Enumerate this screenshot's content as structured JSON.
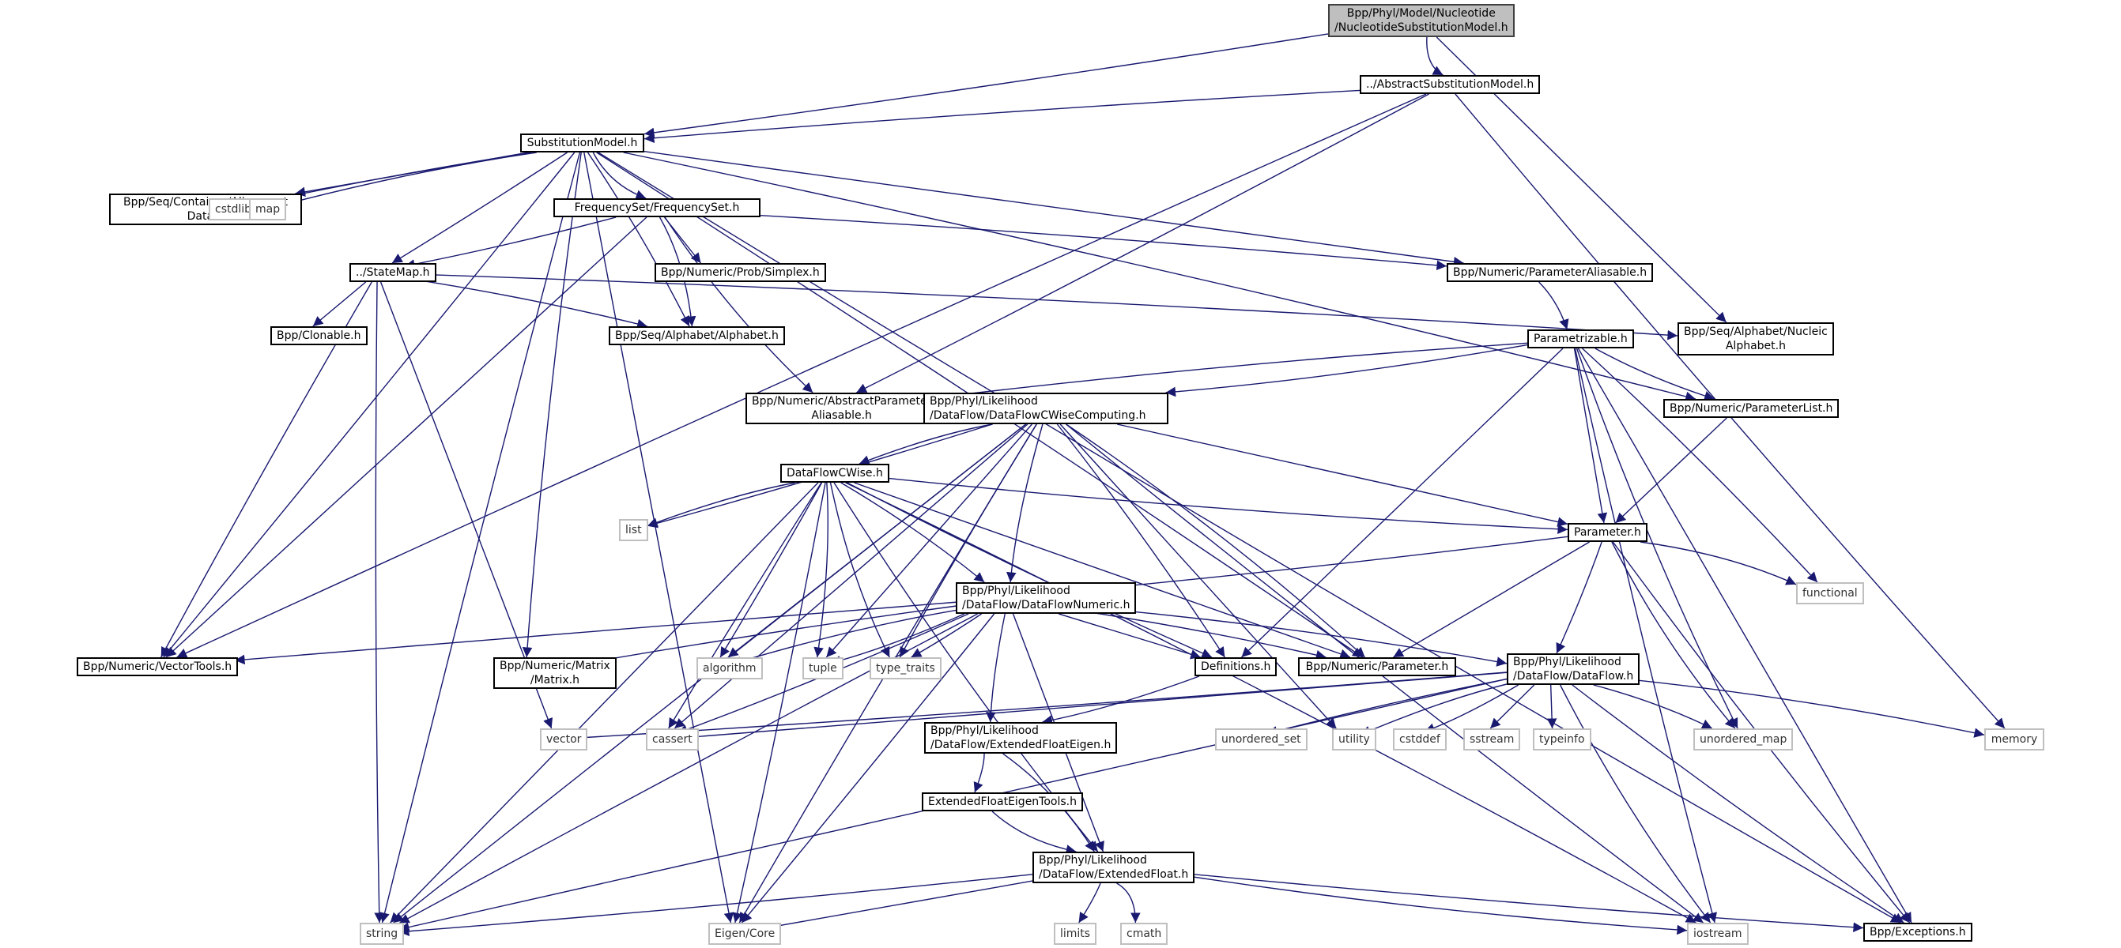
{
  "title": "Include dependency graph for NucleotideSubstitutionModel.h",
  "colors": {
    "edge": "#191970",
    "root_fill": "#bfbfbf",
    "node_border": "#000000",
    "sys_border": "#bfbfbf"
  },
  "nodes": [
    {
      "id": "root",
      "label": "Bpp/Phyl/Model/Nucleotide\n/NucleotideSubstitutionModel.h",
      "kind": "root"
    },
    {
      "id": "abssm",
      "label": "../AbstractSubstitutionModel.h",
      "kind": "file"
    },
    {
      "id": "sm",
      "label": "SubstitutionModel.h",
      "kind": "file"
    },
    {
      "id": "aligndata",
      "label": "Bpp/Seq/Container/Alignment\nData.h",
      "kind": "file"
    },
    {
      "id": "cstdlib",
      "label": "cstdlib",
      "kind": "sys"
    },
    {
      "id": "map",
      "label": "map",
      "kind": "sys"
    },
    {
      "id": "freqset",
      "label": "FrequencySet/FrequencySet.h",
      "kind": "file"
    },
    {
      "id": "statemap",
      "label": "../StateMap.h",
      "kind": "file"
    },
    {
      "id": "simplex",
      "label": "Bpp/Numeric/Prob/Simplex.h",
      "kind": "file"
    },
    {
      "id": "paramalias",
      "label": "Bpp/Numeric/ParameterAliasable.h",
      "kind": "file"
    },
    {
      "id": "clonable",
      "label": "Bpp/Clonable.h",
      "kind": "file"
    },
    {
      "id": "alphabet",
      "label": "Bpp/Seq/Alphabet/Alphabet.h",
      "kind": "file"
    },
    {
      "id": "nucleic",
      "label": "Bpp/Seq/Alphabet/Nucleic\nAlphabet.h",
      "kind": "file"
    },
    {
      "id": "parametrizable",
      "label": "Parametrizable.h",
      "kind": "file"
    },
    {
      "id": "absparamalias",
      "label": "Bpp/Numeric/AbstractParameter\nAliasable.h",
      "kind": "file"
    },
    {
      "id": "dfcwc",
      "label": "Bpp/Phyl/Likelihood\n/DataFlow/DataFlowCWiseComputing.h",
      "kind": "file",
      "align": "left"
    },
    {
      "id": "paramlist",
      "label": "Bpp/Numeric/ParameterList.h",
      "kind": "file"
    },
    {
      "id": "dfcwise",
      "label": "DataFlowCWise.h",
      "kind": "file"
    },
    {
      "id": "list",
      "label": "list",
      "kind": "sys"
    },
    {
      "id": "parameter",
      "label": "Parameter.h",
      "kind": "file"
    },
    {
      "id": "functional",
      "label": "functional",
      "kind": "sys"
    },
    {
      "id": "dfnumeric",
      "label": "Bpp/Phyl/Likelihood\n/DataFlow/DataFlowNumeric.h",
      "kind": "file",
      "align": "left"
    },
    {
      "id": "vectortools",
      "label": "Bpp/Numeric/VectorTools.h",
      "kind": "file"
    },
    {
      "id": "matrix",
      "label": "Bpp/Numeric/Matrix\n/Matrix.h",
      "kind": "file"
    },
    {
      "id": "algorithm",
      "label": "algorithm",
      "kind": "sys"
    },
    {
      "id": "tuple",
      "label": "tuple",
      "kind": "sys"
    },
    {
      "id": "type_traits",
      "label": "type_traits",
      "kind": "sys"
    },
    {
      "id": "definitions",
      "label": "Definitions.h",
      "kind": "file"
    },
    {
      "id": "numparam",
      "label": "Bpp/Numeric/Parameter.h",
      "kind": "file"
    },
    {
      "id": "dataflow",
      "label": "Bpp/Phyl/Likelihood\n/DataFlow/DataFlow.h",
      "kind": "file",
      "align": "left"
    },
    {
      "id": "vector",
      "label": "vector",
      "kind": "sys"
    },
    {
      "id": "cassert",
      "label": "cassert",
      "kind": "sys"
    },
    {
      "id": "efeigen",
      "label": "Bpp/Phyl/Likelihood\n/DataFlow/ExtendedFloatEigen.h",
      "kind": "file",
      "align": "left"
    },
    {
      "id": "unordered_set",
      "label": "unordered_set",
      "kind": "sys"
    },
    {
      "id": "utility",
      "label": "utility",
      "kind": "sys"
    },
    {
      "id": "cstddef",
      "label": "cstddef",
      "kind": "sys"
    },
    {
      "id": "sstream",
      "label": "sstream",
      "kind": "sys"
    },
    {
      "id": "typeinfo",
      "label": "typeinfo",
      "kind": "sys"
    },
    {
      "id": "unordered_map",
      "label": "unordered_map",
      "kind": "sys"
    },
    {
      "id": "memory",
      "label": "memory",
      "kind": "sys"
    },
    {
      "id": "efeigentools",
      "label": "ExtendedFloatEigenTools.h",
      "kind": "file"
    },
    {
      "id": "extfloat",
      "label": "Bpp/Phyl/Likelihood\n/DataFlow/ExtendedFloat.h",
      "kind": "file",
      "align": "left"
    },
    {
      "id": "string",
      "label": "string",
      "kind": "sys"
    },
    {
      "id": "eigencore",
      "label": "Eigen/Core",
      "kind": "sys"
    },
    {
      "id": "limits",
      "label": "limits",
      "kind": "sys"
    },
    {
      "id": "cmath",
      "label": "cmath",
      "kind": "sys"
    },
    {
      "id": "iostream",
      "label": "iostream",
      "kind": "sys"
    },
    {
      "id": "exceptions",
      "label": "Bpp/Exceptions.h",
      "kind": "file"
    }
  ],
  "edges": [
    [
      "root",
      "abssm"
    ],
    [
      "root",
      "sm"
    ],
    [
      "root",
      "nucleic"
    ],
    [
      "abssm",
      "sm"
    ],
    [
      "abssm",
      "vectortools"
    ],
    [
      "abssm",
      "absparamalias"
    ],
    [
      "abssm",
      "memory"
    ],
    [
      "sm",
      "aligndata"
    ],
    [
      "sm",
      "cstdlib"
    ],
    [
      "sm",
      "map"
    ],
    [
      "sm",
      "freqset"
    ],
    [
      "sm",
      "statemap"
    ],
    [
      "sm",
      "paramalias"
    ],
    [
      "sm",
      "alphabet"
    ],
    [
      "sm",
      "vectortools"
    ],
    [
      "sm",
      "matrix"
    ],
    [
      "sm",
      "string"
    ],
    [
      "sm",
      "eigencore"
    ],
    [
      "sm",
      "numparam"
    ],
    [
      "sm",
      "paramlist"
    ],
    [
      "sm",
      "exceptions"
    ],
    [
      "freqset",
      "statemap"
    ],
    [
      "freqset",
      "simplex"
    ],
    [
      "freqset",
      "paramalias"
    ],
    [
      "freqset",
      "alphabet"
    ],
    [
      "freqset",
      "absparamalias"
    ],
    [
      "freqset",
      "vectortools"
    ],
    [
      "statemap",
      "clonable"
    ],
    [
      "statemap",
      "alphabet"
    ],
    [
      "statemap",
      "nucleic"
    ],
    [
      "statemap",
      "vectortools"
    ],
    [
      "statemap",
      "string"
    ],
    [
      "statemap",
      "vector"
    ],
    [
      "paramalias",
      "parametrizable"
    ],
    [
      "parametrizable",
      "absparamalias"
    ],
    [
      "parametrizable",
      "dfcwc"
    ],
    [
      "parametrizable",
      "paramlist"
    ],
    [
      "parametrizable",
      "parameter"
    ],
    [
      "parametrizable",
      "functional"
    ],
    [
      "parametrizable",
      "definitions"
    ],
    [
      "parametrizable",
      "unordered_map"
    ],
    [
      "parametrizable",
      "iostream"
    ],
    [
      "parametrizable",
      "exceptions"
    ],
    [
      "paramlist",
      "parameter"
    ],
    [
      "dfcwc",
      "dfcwise"
    ],
    [
      "dfcwc",
      "dfnumeric"
    ],
    [
      "dfcwc",
      "list"
    ],
    [
      "dfcwc",
      "parameter"
    ],
    [
      "dfcwc",
      "definitions"
    ],
    [
      "dfcwc",
      "numparam"
    ],
    [
      "dfcwc",
      "type_traits"
    ],
    [
      "dfcwc",
      "tuple"
    ],
    [
      "dfcwc",
      "algorithm"
    ],
    [
      "dfcwc",
      "cassert"
    ],
    [
      "dfcwc",
      "string"
    ],
    [
      "dfcwc",
      "eigencore"
    ],
    [
      "dfcwc",
      "iostream"
    ],
    [
      "dfcwc",
      "utility"
    ],
    [
      "dfcwise",
      "dfnumeric"
    ],
    [
      "dfcwise",
      "list"
    ],
    [
      "dfcwise",
      "parameter"
    ],
    [
      "dfcwise",
      "definitions"
    ],
    [
      "dfcwise",
      "numparam"
    ],
    [
      "dfcwise",
      "algorithm"
    ],
    [
      "dfcwise",
      "tuple"
    ],
    [
      "dfcwise",
      "type_traits"
    ],
    [
      "dfcwise",
      "cassert"
    ],
    [
      "dfcwise",
      "string"
    ],
    [
      "dfcwise",
      "eigencore"
    ],
    [
      "dfcwise",
      "iostream"
    ],
    [
      "dfcwise",
      "extfloat"
    ],
    [
      "parameter",
      "dfnumeric"
    ],
    [
      "parameter",
      "numparam"
    ],
    [
      "parameter",
      "dataflow"
    ],
    [
      "parameter",
      "functional"
    ],
    [
      "parameter",
      "unordered_map"
    ],
    [
      "parameter",
      "exceptions"
    ],
    [
      "dfnumeric",
      "vectortools"
    ],
    [
      "dfnumeric",
      "matrix"
    ],
    [
      "dfnumeric",
      "algorithm"
    ],
    [
      "dfnumeric",
      "tuple"
    ],
    [
      "dfnumeric",
      "type_traits"
    ],
    [
      "dfnumeric",
      "definitions"
    ],
    [
      "dfnumeric",
      "numparam"
    ],
    [
      "dfnumeric",
      "dataflow"
    ],
    [
      "dfnumeric",
      "cassert"
    ],
    [
      "dfnumeric",
      "efeigen"
    ],
    [
      "dfnumeric",
      "extfloat"
    ],
    [
      "dfnumeric",
      "string"
    ],
    [
      "dfnumeric",
      "eigencore"
    ],
    [
      "definitions",
      "efeigen"
    ],
    [
      "dataflow",
      "vector"
    ],
    [
      "dataflow",
      "cassert"
    ],
    [
      "dataflow",
      "unordered_set"
    ],
    [
      "dataflow",
      "utility"
    ],
    [
      "dataflow",
      "cstddef"
    ],
    [
      "dataflow",
      "sstream"
    ],
    [
      "dataflow",
      "typeinfo"
    ],
    [
      "dataflow",
      "unordered_map"
    ],
    [
      "dataflow",
      "memory"
    ],
    [
      "dataflow",
      "iostream"
    ],
    [
      "dataflow",
      "exceptions"
    ],
    [
      "dataflow",
      "string"
    ],
    [
      "efeigen",
      "efeigentools"
    ],
    [
      "efeigen",
      "extfloat"
    ],
    [
      "efeigentools",
      "extfloat"
    ],
    [
      "extfloat",
      "string"
    ],
    [
      "extfloat",
      "eigencore"
    ],
    [
      "extfloat",
      "limits"
    ],
    [
      "extfloat",
      "cmath"
    ],
    [
      "extfloat",
      "iostream"
    ],
    [
      "extfloat",
      "exceptions"
    ]
  ]
}
